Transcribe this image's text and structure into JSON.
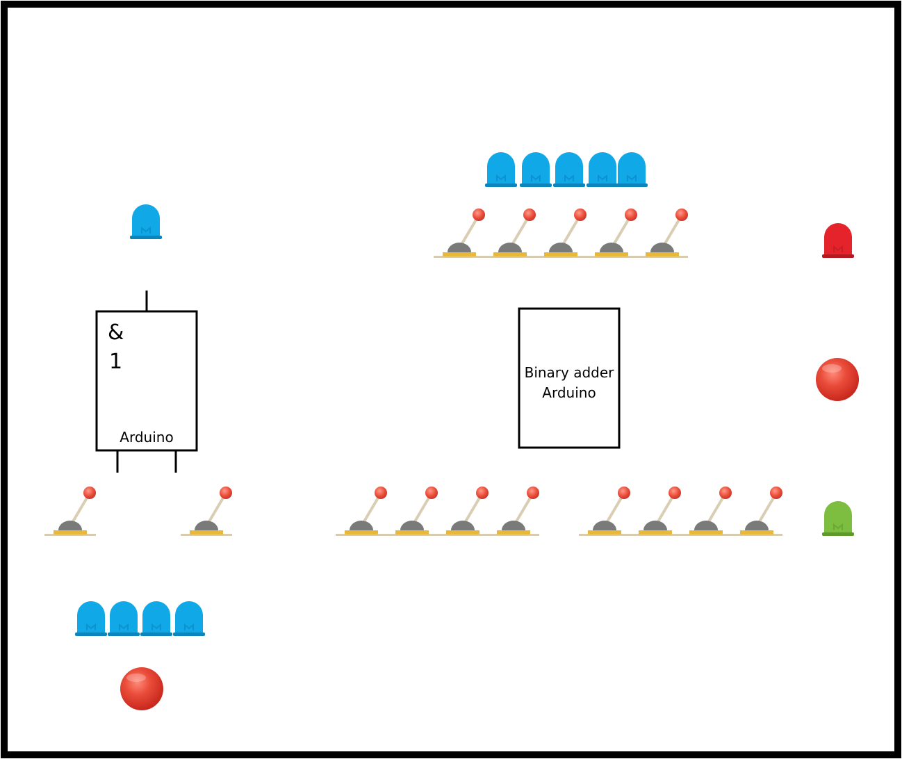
{
  "colors": {
    "border": "#000000",
    "led_blue": "#10a8e6",
    "led_blue_dark": "#0a86bd",
    "led_red": "#e4232b",
    "led_red_dark": "#b51a20",
    "led_green": "#7dbd3f",
    "led_green_dark": "#5d9a2a",
    "switch_knob": "#ea4c3a",
    "switch_lever": "#d9cdb3",
    "switch_base": "#7a7a7a",
    "switch_plate": "#e8b83a",
    "switch_rail": "#d7cbb0",
    "button_red": "#e8463a"
  },
  "left_module": {
    "symbol_and": "&",
    "symbol_one": "1",
    "chip_label": "Arduino",
    "output_led": {
      "icon": "led-icon",
      "color": "blue"
    },
    "input_switches": 2,
    "led_bank": {
      "count": 4,
      "color": "blue"
    },
    "push_button": {
      "icon": "push-button-icon",
      "color": "red"
    }
  },
  "right_module": {
    "chip_label_line1": "Binary adder",
    "chip_label_line2": "Arduino",
    "output_leds": {
      "count": 5,
      "color": "blue"
    },
    "top_switches": 5,
    "input_a_switches": 4,
    "input_b_switches": 4
  },
  "side_column": {
    "items": [
      {
        "icon": "led-icon",
        "color": "red"
      },
      {
        "icon": "push-button-icon",
        "color": "red"
      },
      {
        "icon": "led-icon",
        "color": "green"
      }
    ]
  }
}
